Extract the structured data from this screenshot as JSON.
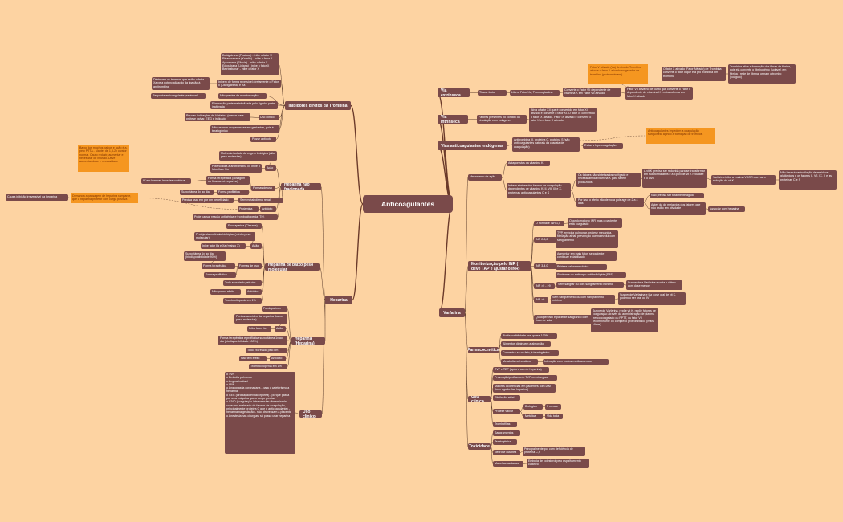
{
  "title": "Anticoagulantes",
  "branches": {
    "inibidores": "Inibidores diretos da Trombina",
    "heparina": "Heparina",
    "extrinseca": "Via extrínseca",
    "intrinseca": "Via intrínseca",
    "endogenas": "Vias anticoagulantes endógenas",
    "varfarina": "Varfarina"
  },
  "inib": {
    "a": "Dabigatrana (Pradaxa) - inibe o fator X\nRivaroxabana (Xarelto) - inibe o fator X\nApixabana (Eliquis) - inibe o fator X\nEdoxabana (Lixiana) - inibe o fator X\nBetrixabana* - inibe o fator X",
    "b": "Diminuem os trombos que estão o fator Xa pela potencialização da ligação à antitrombina",
    "c": "Inibem de forma reversível diretamente o Fator II (Dabigatrana) e Xa",
    "d": "Resposta anticoagulante previsível",
    "e": "Não precisa de monitorização",
    "f": "Eliminação parte metabolizada pelo fígado, parte inalterada",
    "g": "Poucas indicações de Varfarina (menos para prótese valvar, EEG e indicado",
    "h": "Uso clínico",
    "i": "Não usamos drogas esses em gestantes, pois é teratogênico",
    "j": "Passe antídoto"
  },
  "hep": {
    "hnf": "Heparina não fracionada",
    "hbpm": "Heparina de baixo peso molecular",
    "hn": "Heparina (Heparina)",
    "uso": "Uso clínico",
    "n1": "Molécula isolada de origem biológica (Alta peso molecular)",
    "n2": "Potencializa a antitrombina III. Inibe o fator IIa e Xa",
    "n3": "Ação",
    "n4": "IV em bombas infusões contínua",
    "n5": "Forma terapêutica (dosagem ou fixadas pó heparina)",
    "n6": "Formas de uso",
    "n7": "Subcutânea 5x ao dia",
    "n8": "Forma profilática",
    "n9": "Precisa usar em por em beneficiado",
    "n10": "Sem metabolismo renal",
    "n11": "Protamina",
    "n12": "Antídoto",
    "n13": "Pode causar reação antigênica e trombocitopenia (TH)",
    "b1": "Enoxaparina (Clexane)",
    "b2": "Proteja via molécula biológica (média peso molecular)",
    "b3": "Inibe fator IIa e Xa (mais o X)",
    "b4": "Ação",
    "b5": "Subcutânea 1x ao dia (biodisponibilidade 90%)",
    "b6": "Forma terapêutica",
    "b7": "Forma profilática",
    "b8": "Formas de uso",
    "b9": "Todo excretado pelo rim",
    "b10": "Não possui efeito",
    "b11": "Antídoto",
    "b12": "Trombocitopenia em 1%",
    "c1": "Fondaparinux",
    "c2": "Pentassacarídeo da heparina (baixo peso molecular)",
    "c3": "Inibe fator Xa",
    "c4": "Ação",
    "c5": "Forma terapêutica e profilática subcutânea 1x ao dia (biodisponibilidade 100%)",
    "c6": "Todo excretado pelo rim",
    "c7": "Não tem efeito",
    "c8": "Antídoto",
    "c9": "Trombocitopenia em 1%",
    "uso_text": "o TVP\no Embolia pulmonar\no Angina instável\no IAM\no Angioplastia coronariana - para o cateterismo a heparina\no CEC (circulação extracorpórea) - porque passa por uma máquina que o corpo precisa\no CIVD (coagulação intravascular disseminada - consumo acelerado de fatores de coagulação, principalmente proteína C que é anticoagulante) - heparina na gestação - não atravessam a placenta\no Anestesia nas cirurgias, só posso usar heparina",
    "note1": "Baixo dos muchos baixos e ação é a, pelo PTTA - Manter de 1,5-2x o valor normal. Cauto reduzir, aumentar e necessitar de infusão. Deve aumentar dose e necessidade",
    "note2": "Demanda a passagem de heparina rampante, que a heparina protetor com carga positiva",
    "pre": "Causa inibição irreversível da heparina"
  },
  "ext": {
    "a": "Tissue factor",
    "b": "Libera Fator Xa, Tromboplastina",
    "c": "Converte o Fator VII dependente de vitamina K em Fator VII ativado",
    "d": "Fator VII ativa no de custo que converte o Fator II dependente de vitamina K em transforma em fator X ativado",
    "e": "O fator X ativado (Fator Ativado) de Trombina converte o fator II que é a pró trombina em trombina",
    "f": "Trombina ativa a formação dos fibras de fibrina, pois ela converte o fibrinogênio (solúvel) em fibrina - rede de fibrina formam o trombo (coágulo)",
    "note": "Fator V ativado (Va) dentro de Trombina ativo e o fator X ativado no gerador de trombina (protrombinase)"
  },
  "int": {
    "a": "Fatores presentes no contato da circulação com colágeno",
    "b": "Ativa o fator XII que é convertido em fator XII ativado e converte o fator XI. O fator XI convertido o fator IX ativado. Fator IX ativado e converte o fator X em fator X ativado"
  },
  "end": {
    "a": "Antitrombina III, proteína C, proteína S (são anticoagulantes naturais da cascata de coagulação)",
    "b": "Evitar a hipercoagulação",
    "note": "Anticoagulantes impedem a coagulação sanguínea, agindo a formação de trombos."
  },
  "varf": {
    "mec": "Mecanismo de ação",
    "antag": "Antagonistas da vitamina K",
    "inib": "Inibe a síntese dos fatores de coagulação dependentes de vitamina K: II, VII, IX e X, proteínas anticoagulantes C e S",
    "ves": "Os fatores são sintetizados no fígado e necessitam da vitamina K para serem produzidos",
    "vk": "A vit K precisa ser reduzida para se transformar em sua forma ativa e a Epoxi de vit K redutase é o alvo",
    "vb": "Varfarina inibe a enzima VKOR que faz a redução da vit K",
    "vc": "Não haverá carboxilação de resíduos glutâmicos e os fatores II, VII, IX, X e as proteínas C e S",
    "ef": "Por isso o efeito não demora pois age de 2 a 4 dias",
    "ef1": "Não precisa ser totalmente agudo",
    "ef2": "Antes da de meia vida dos fatores que não estão em atividade",
    "ef3": "Associar com heparina",
    "mon": "Monitorização pelo INR ( deve TAP e ajustar o INR)",
    "inr1": "O normal é INR 1,0",
    "inr1b": "Quando maior o INR mais o paciente está coagulado",
    "inr2": "INR 2-3,0",
    "inr2b": "TVP, embolia pulmonar, prótese mecânica, fibrilação atrial, prevenção que na evolui com sangramento",
    "inr3": "INR 3-4,0",
    "inr3b": "Aumentar em mais fatos se paciente continuar estabilizado",
    "inr3c": "Prótese valvar mecânica",
    "inr3d": "Síndrome do anticorpo antifosfolípide (SAF)",
    "inr4": "INR >5 - >9",
    "inr4b": "Sem sangrar ou com sangramento mínimo",
    "inr4c": "Suspende a Varfarina e volta o último com dose menor",
    "inr5": "INR >9",
    "inr5b": "Sem sangramento ou com sangramento mínimo",
    "inr5c": "Suspende Varfarina e faz dose oral de vit K, podendo ser oral ou IV",
    "inr6": "Qualquer INR e paciente sangrando com risco de vida",
    "inr6b": "Suspende Varfarina, repõe vit K, repõe fatores de coagulação através da administração de plasma fresco congelado ou PPTT, ou fator VII recombinante ou complexo protrombínico (mais eficaz)",
    "far": "Farmacocinética",
    "far1": "Biodisponibilidade oral quase 100%",
    "far2": "Alimentos diminuem a absorção",
    "far3": "Concentra-se no feto, é teratogênico",
    "far4": "Metabolismo hepático",
    "far5": "Interação com muitos medicamentos",
    "uso": "Uso clínico",
    "uso1": "TVP e TEP (após o uso de heparina)",
    "uso2": "Prevenção/profilaxia de TVP em cirurgias",
    "uso3": "Maiores ocorrências em pacientes com IAM (bem agudo: faz heparina)",
    "uso4": "Fibrilação atrial",
    "uso5": "Prótese valvar",
    "uso6": "Biológica",
    "uso7": "3 meses",
    "uso8": "Metálica",
    "uso9": "Vida toda",
    "uso10": "Trombofilias",
    "tox": "Toxicidade",
    "tox1": "Sangramentos",
    "tox2": "Teratogênica",
    "tox3": "Necrose cutânea",
    "tox3b": "Principalmente por com deficiência de proteína C,S",
    "tox4": "Manchas azuladas",
    "tox4b": "Embolia de colesterol pelo espalhamento cutâneo"
  }
}
